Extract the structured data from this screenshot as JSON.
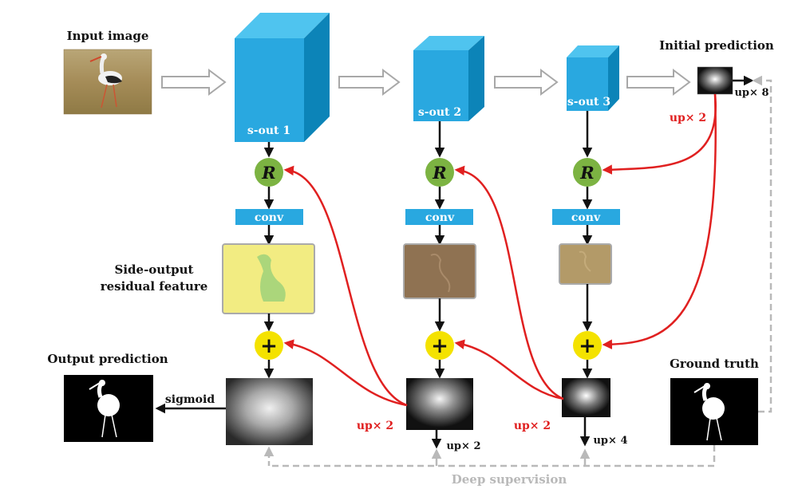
{
  "labels": {
    "input_image": "Input image",
    "initial_prediction": "Initial prediction",
    "side_output": "Side-output",
    "residual_feature": "residual feature",
    "output_prediction": "Output prediction",
    "ground_truth": "Ground truth",
    "deep_supervision": "Deep supervision",
    "sigmoid": "sigmoid"
  },
  "blocks": [
    {
      "label": "s-out 1"
    },
    {
      "label": "s-out 2"
    },
    {
      "label": "s-out 3"
    }
  ],
  "residual_symbol": "R",
  "conv_label": "conv",
  "plus_symbol": "+",
  "upsample": {
    "up2_a": "up× 2",
    "up2_b": "up× 2",
    "up2_c": "up× 2",
    "up2_d": "up× 2",
    "up4": "up× 4",
    "up8": "up× 8"
  },
  "colors": {
    "cube_front": "#29a8e0",
    "cube_top": "#4fc4ef",
    "cube_side": "#0c84b8",
    "residual_circle": "#7cb342",
    "plus_circle": "#f4e200",
    "conv_bar": "#29a8e0",
    "red_arrow": "#e02020",
    "dashed_gray": "#b9b9b9"
  }
}
